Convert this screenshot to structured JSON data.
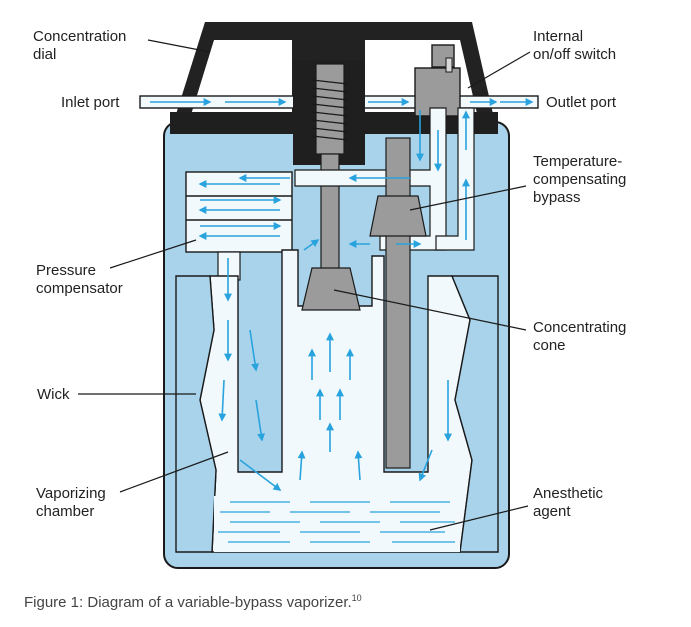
{
  "diagram": {
    "labels": {
      "concentration_dial": [
        "Concentration",
        "dial"
      ],
      "internal_switch": [
        "Internal",
        "on/off switch"
      ],
      "inlet_port": "Inlet port",
      "outlet_port": "Outlet port",
      "temp_bypass": [
        "Temperature-",
        "compensating",
        "bypass"
      ],
      "pressure_compensator": [
        "Pressure",
        "compensator"
      ],
      "concentrating_cone": [
        "Concentrating",
        "cone"
      ],
      "wick": "Wick",
      "vaporizing_chamber": [
        "Vaporizing",
        "chamber"
      ],
      "anesthetic_agent": [
        "Anesthetic",
        "agent"
      ]
    },
    "colors": {
      "body_fill": "#a9d3ea",
      "passage_fill": "#f2f9fd",
      "flow_arrow": "#29a3dd",
      "metal": "#9b9b9b",
      "dial": "#222222",
      "outline": "#1a1a1a"
    }
  },
  "caption": {
    "text": "Figure 1: Diagram of a variable-bypass vaporizer.",
    "ref": "10"
  }
}
